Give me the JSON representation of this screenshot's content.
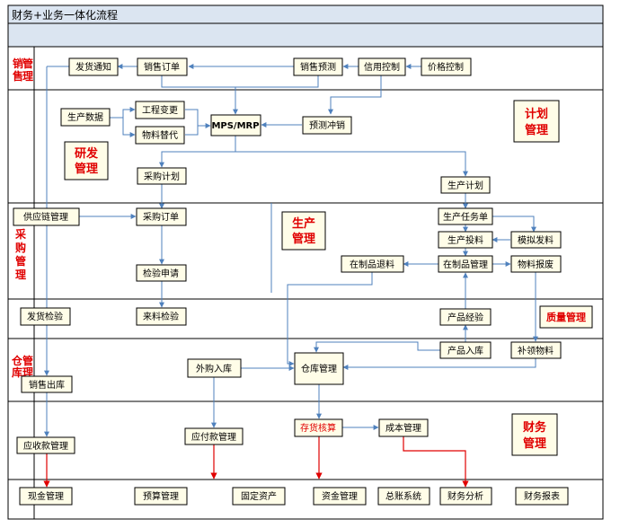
{
  "title": "财务+业务一体化流程",
  "bands": [
    {
      "id": "sales",
      "label": [
        "销",
        "管",
        "售",
        "理"
      ]
    },
    {
      "id": "purchase",
      "label": [
        "采",
        "购",
        "管",
        "理"
      ]
    },
    {
      "id": "warehouse",
      "label": [
        "仓",
        "管",
        "库",
        "理"
      ]
    }
  ],
  "departments": {
    "plan": [
      "计划",
      "管理"
    ],
    "rnd": [
      "研发",
      "管理"
    ],
    "production": [
      "生产",
      "管理"
    ],
    "quality": "质量管理",
    "finance": [
      "财务",
      "管理"
    ]
  },
  "boxes": {
    "fahuo_tongzhi": "发货通知",
    "xiaoshou_dingdan": "销售订单",
    "xiaoshou_yuce": "销售预测",
    "xinyong_kongzhi": "信用控制",
    "jiage_kongzhi": "价格控制",
    "shengchan_shuju": "生产数据",
    "gongcheng_biangeng": "工程变更",
    "wuliao_tidai": "物料替代",
    "mps_mrp": "MPS/MRP",
    "yuce_chongxiao": "预测冲销",
    "caigou_jihua": "采购计划",
    "shengchan_jihua": "生产计划",
    "gongyinglian": "供应链管理",
    "caigou_dingdan": "采购订单",
    "shengchan_renwudan": "生产任务单",
    "shengchan_touliao": "生产投料",
    "moni_fali": "模拟发料",
    "zaizhipin_tuiliao": "在制品退料",
    "zaizhipin_guanli": "在制品管理",
    "wuliao_baofei": "物料报废",
    "jianyan_shenqing": "检验申请",
    "fahuo_jianyan": "发货检验",
    "lailiao_jianyan": "来料检验",
    "chanpin_jingyan": "产品经验",
    "chanpin_ruku": "产品入库",
    "buling_wuliao": "补领物料",
    "waigou_ruku": "外购入库",
    "cangku_guanli": "仓库管理",
    "xiaoshou_chuku": "销售出库",
    "yingshou": "应收款管理",
    "yingfu": "应付款管理",
    "cunhuo_hesuan": "存货核算",
    "chengben_guanli": "成本管理",
    "xianjin": "现金管理",
    "yusuan": "预算管理",
    "guding_zichan": "固定资产",
    "zijin": "资金管理",
    "zongzhang": "总账系统",
    "caiwu_fenxi": "财务分析",
    "caiwu_baobiao": "财务报表"
  },
  "colors": {
    "border": "#000000",
    "box_fill": "#fffde8",
    "blue_arrow": "#4f81bd",
    "red_arrow": "#e00000",
    "title_fill": "#dbe5f1"
  }
}
